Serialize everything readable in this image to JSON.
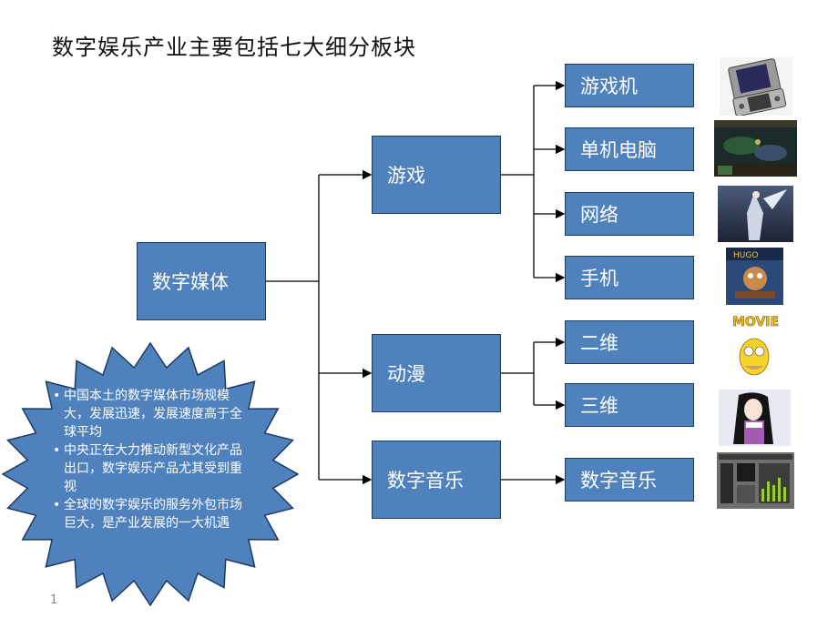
{
  "title": "数字娱乐产业主要包括七大细分板块",
  "root": "数字媒体",
  "level1": [
    "游戏",
    "动漫",
    "数字音乐"
  ],
  "level2": {
    "game": [
      "游戏机",
      "单机电脑",
      "网络",
      "手机"
    ],
    "anime": [
      "二维",
      "三维"
    ],
    "music": [
      "数字音乐"
    ]
  },
  "thumbnails": {
    "movie_logo_text": "MOVIE"
  },
  "star_points": [
    "中国本土的数字媒体市场规模大，发展迅速，发展速度高于全球平均",
    "中央正在大力推动新型文化产品出口，数字娱乐产品尤其受到重视",
    "全球的数字娱乐的服务外包市场巨大，是产业发展的一大机遇"
  ],
  "page_number": "1",
  "colors": {
    "box_fill": "#4f81bd",
    "box_border": "#1f3a5f",
    "star_fill": "#4f81bd"
  }
}
